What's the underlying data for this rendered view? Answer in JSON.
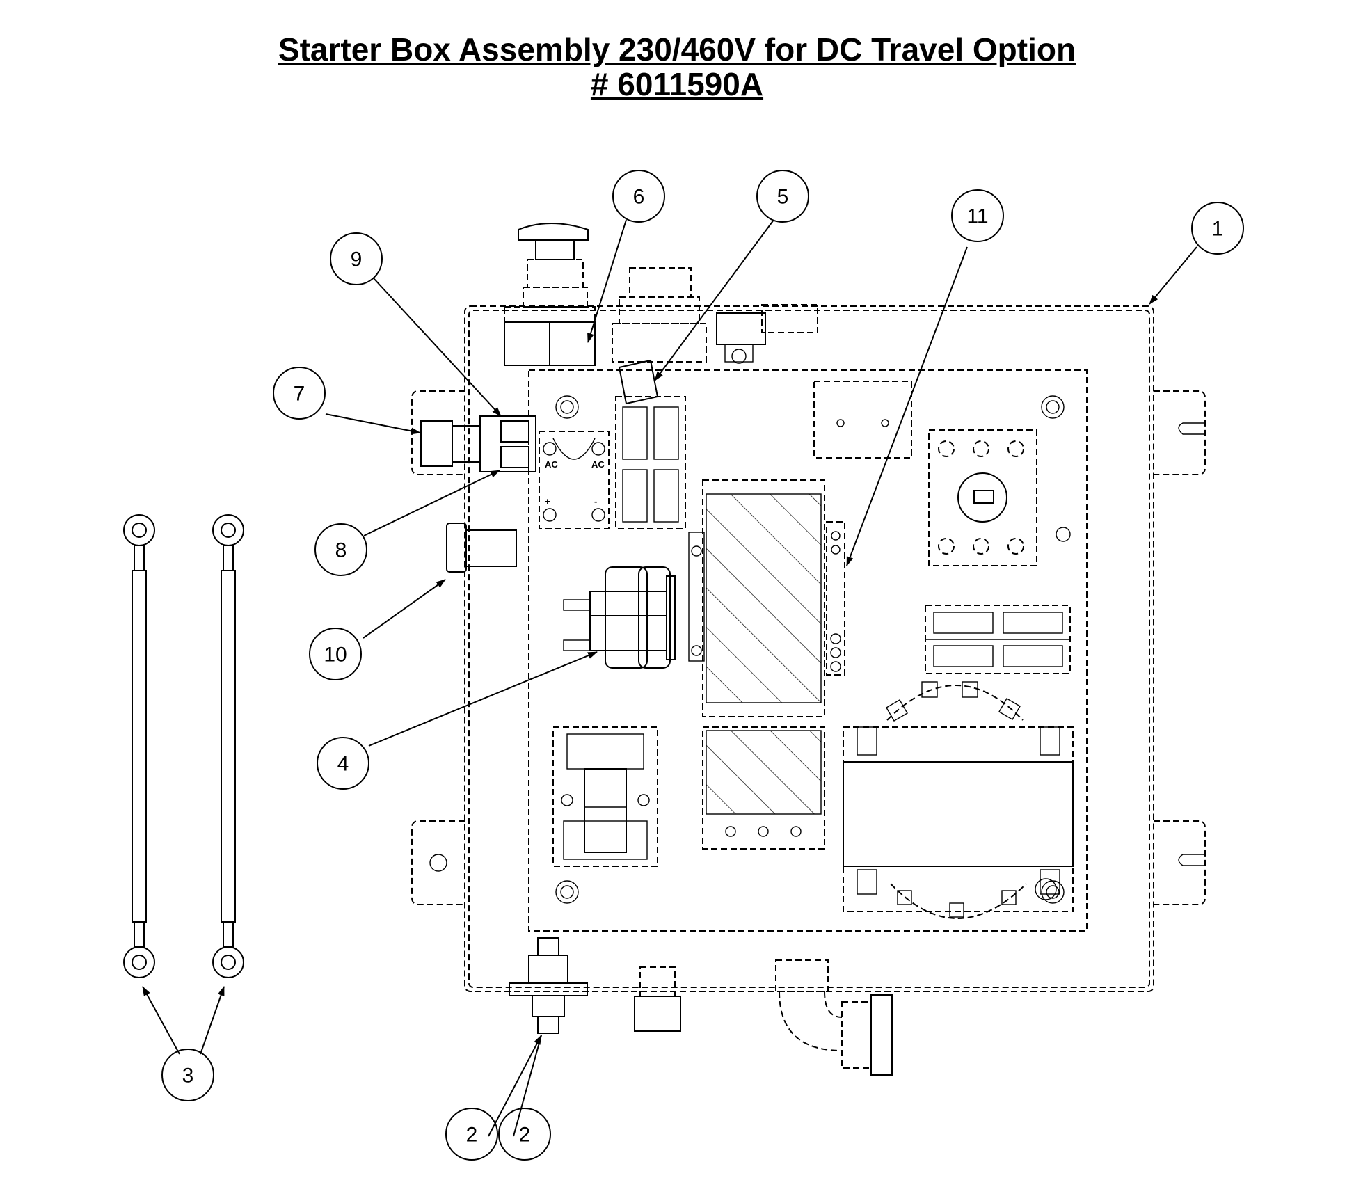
{
  "title": {
    "line1": "Starter Box Assembly 230/460V for DC Travel Option",
    "line2": "# 6011590A"
  },
  "callouts": [
    {
      "id": "c1",
      "label": "1"
    },
    {
      "id": "c2a",
      "label": "2"
    },
    {
      "id": "c2b",
      "label": "2"
    },
    {
      "id": "c3",
      "label": "3"
    },
    {
      "id": "c4",
      "label": "4"
    },
    {
      "id": "c5",
      "label": "5"
    },
    {
      "id": "c6",
      "label": "6"
    },
    {
      "id": "c7",
      "label": "7"
    },
    {
      "id": "c8",
      "label": "8"
    },
    {
      "id": "c9",
      "label": "9"
    },
    {
      "id": "c10",
      "label": "10"
    },
    {
      "id": "c11",
      "label": "11"
    }
  ],
  "rectifier_markings": {
    "ac_left": "AC",
    "ac_right": "AC",
    "plus": "+",
    "minus": "-"
  }
}
